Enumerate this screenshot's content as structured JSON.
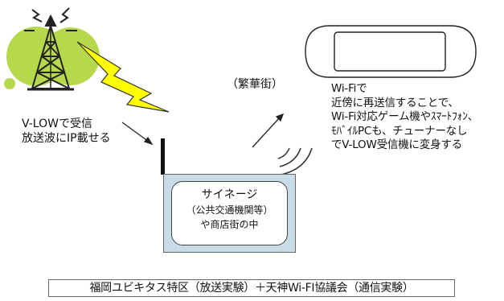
{
  "labels": {
    "vlow_line1": "V-LOWで受信",
    "vlow_line2": "放送波にIP載せる",
    "busy_district": "（繁華街）",
    "wifi_lines": [
      "Wi-Fiで",
      "近傍に再送信することで、",
      "Wi-Fi対応ゲーム機やｽﾏｰﾄﾌｫﾝ、",
      "ﾓﾊﾞｲﾙPCも、チューナーなし",
      "でV-LOW受信機に変身する"
    ]
  },
  "signage": {
    "title": "サイネージ",
    "subtitle": "（公共交通機関等）",
    "location": "や商店街の中"
  },
  "footer": "福岡ユビキタス特区（放送実験）＋天神Wi-FI協議会（通信実験）",
  "colors": {
    "tower_circle": "#b6d94c",
    "lightning": "#ffff00",
    "signage_fill": "#c9dbe6"
  },
  "icons": [
    "broadcast-tower-icon",
    "lightning-icon",
    "antenna-icon",
    "wifi-signal-icon",
    "portable-game-device-icon"
  ]
}
